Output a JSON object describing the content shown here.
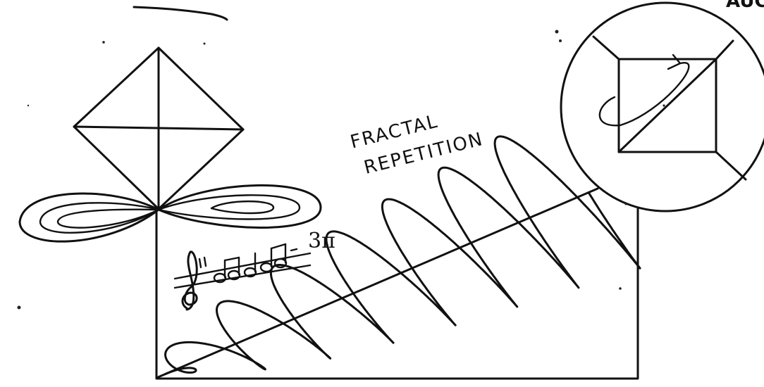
{
  "labels": {
    "line1": "FRACTAL",
    "line2": "REPETITION",
    "formula": "3π",
    "corner": "AUC"
  },
  "colors": {
    "ink": "#111111",
    "paper": "#ffffff"
  }
}
